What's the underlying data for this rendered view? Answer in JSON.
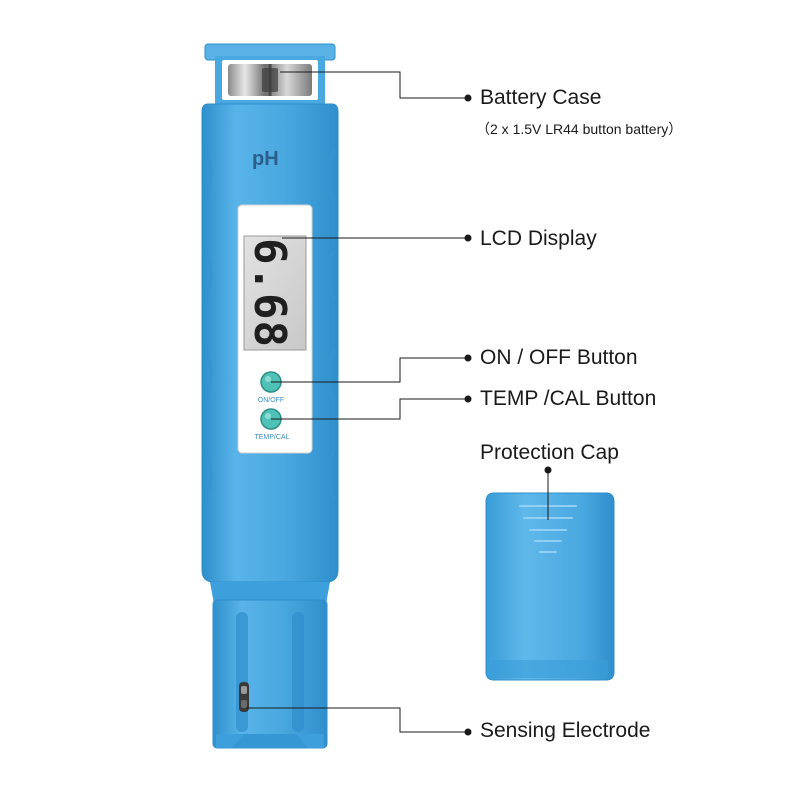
{
  "meter": {
    "brand_label": "pH",
    "reading": "6.68",
    "buttons": [
      {
        "label": "ON/OFF"
      },
      {
        "label": "TEMP/CAL"
      }
    ]
  },
  "callouts": [
    {
      "id": "battery-case",
      "label": "Battery Case",
      "sub": "（2 x 1.5V LR44 button battery）"
    },
    {
      "id": "lcd-display",
      "label": "LCD Display"
    },
    {
      "id": "on-off-button",
      "label": "ON / OFF Button"
    },
    {
      "id": "temp-cal-button",
      "label": "TEMP /CAL Button"
    },
    {
      "id": "protection-cap",
      "label": "Protection Cap"
    },
    {
      "id": "sensing-electrode",
      "label": "Sensing Electrode"
    }
  ],
  "colors": {
    "body": "#4aa8e0",
    "body_dark": "#2f8fcc",
    "body_light": "#7cc6f0",
    "button": "#4fc1b6",
    "lcd_bg": "#d4d4d4",
    "digits": "#1f1f1f",
    "line": "#1a1a1a"
  }
}
